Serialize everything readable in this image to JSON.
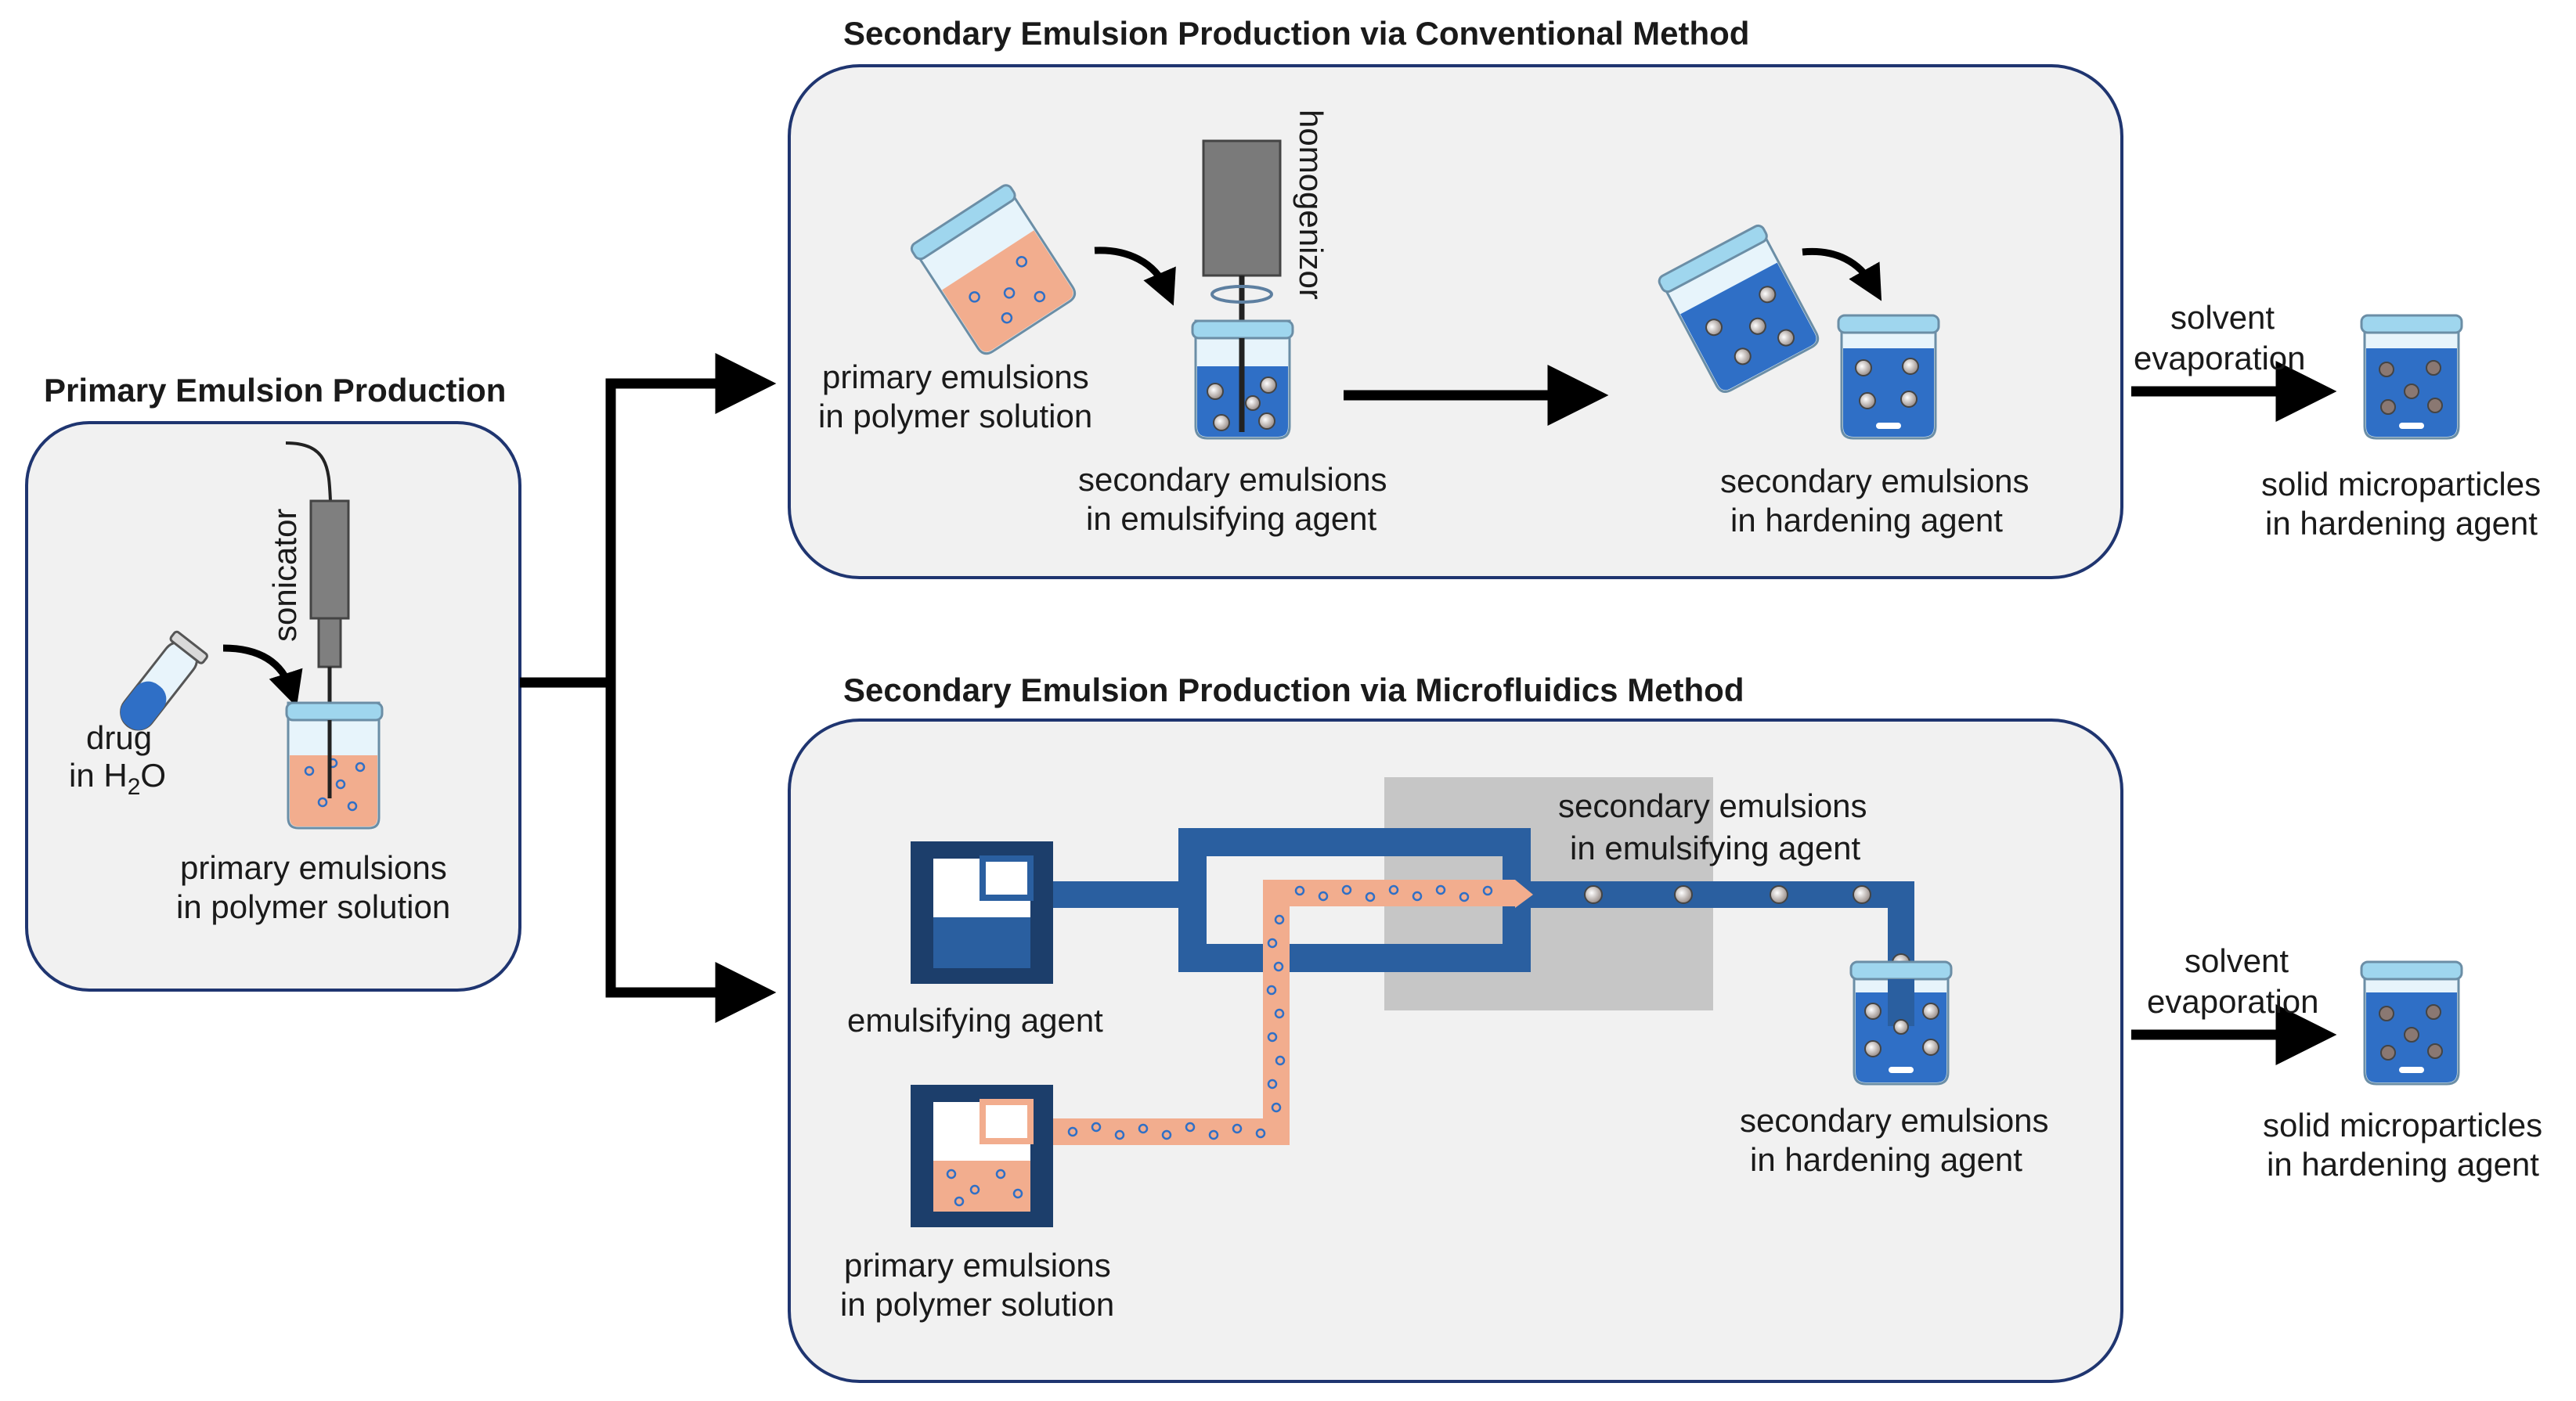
{
  "titles": {
    "primary": "Primary Emulsion Production",
    "conventional": "Secondary Emulsion Production via Conventional Method",
    "microfluidics": "Secondary Emulsion Production via Microfluidics Method"
  },
  "primary_panel": {
    "sonicator": "sonicator",
    "drug_line1": "drug",
    "drug_line2_prefix": "in H",
    "drug_line2_sub": "2",
    "drug_line2_suffix": "O",
    "out_line1": "primary emulsions",
    "out_line2": "in polymer solution"
  },
  "conventional_panel": {
    "input_line1": "primary emulsions",
    "input_line2": "in polymer solution",
    "homogenizor": "homogenizor",
    "mid_line1": "secondary emulsions",
    "mid_line2": "in emulsifying agent",
    "out_line1": "secondary emulsions",
    "out_line2": "in hardening agent"
  },
  "microfluidics_panel": {
    "emulsifying_agent": "emulsifying agent",
    "input_line1": "primary emulsions",
    "input_line2": "in polymer solution",
    "channel_line1": "secondary emulsions",
    "channel_line2": "in emulsifying agent",
    "out_line1": "secondary emulsions",
    "out_line2": "in hardening agent"
  },
  "evaporation_top": {
    "line1": "solvent",
    "line2": "evaporation"
  },
  "evaporation_bottom": {
    "line1": "solvent",
    "line2": "evaporation"
  },
  "final_top": {
    "line1": "solid microparticles",
    "line2": "in hardening agent"
  },
  "final_bottom": {
    "line1": "solid microparticles",
    "line2": "in hardening agent"
  },
  "colors": {
    "panel_fill": "#f1f1f1",
    "panel_stroke": "#1f3570",
    "blue_liquid": "#2f6fc6",
    "light_blue": "#9fd6ee",
    "orange_liquid": "#f2ad8e",
    "device_dark": "#1c3e6b",
    "channel_blue": "#2a5fa0",
    "gray_region": "#c6c6c6",
    "arrow": "#000000"
  }
}
